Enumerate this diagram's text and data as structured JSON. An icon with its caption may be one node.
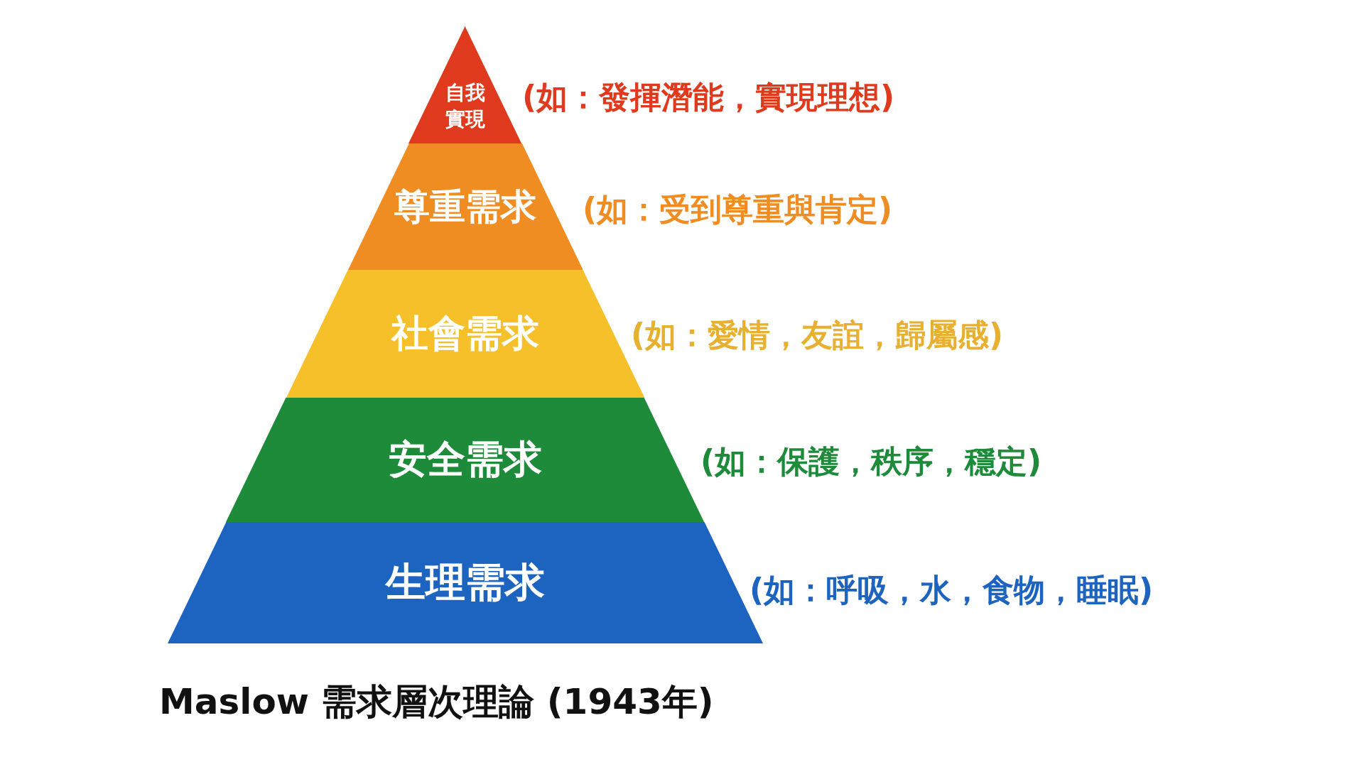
{
  "diagram": {
    "caption": "Maslow 需求層次理論 (1943年)",
    "nodes": [
      {
        "text": [
          "自我實現"
        ],
        "beside": [
          "(如：發揮潛能，實現理想)"
        ]
      },
      {
        "text": [
          "尊重需求"
        ],
        "beside": [
          "(如：受到尊重與肯定)"
        ]
      },
      {
        "text": [
          "社會需求"
        ],
        "beside": [
          "(如：愛情，友誼，歸屬感)"
        ]
      },
      {
        "text": [
          "安全需求"
        ],
        "beside": [
          "(如：保護，秩序，穩定)"
        ]
      },
      {
        "text": [
          "生理需求"
        ],
        "beside": [
          "(如：呼吸，水，食物，睡眠)"
        ]
      }
    ],
    "edges": []
  }
}
